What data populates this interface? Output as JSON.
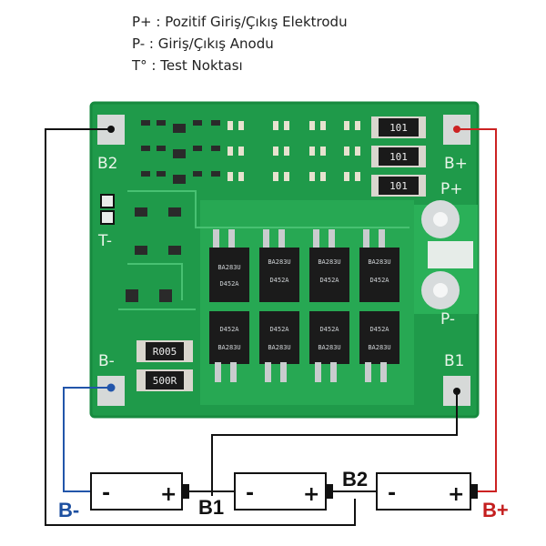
{
  "legend": {
    "lines": [
      "P+ : Pozitif Giriş/Çıkış Elektrodu",
      "P- : Giriş/Çıkış Anodu",
      "T° : Test Noktası"
    ]
  },
  "board": {
    "pad_labels": {
      "b2": "B2",
      "b_plus": "B+",
      "p_plus": "P+",
      "t_minus": "T-",
      "p_minus": "P-",
      "b_minus": "B-",
      "b1": "B1"
    },
    "shunt_resistors": [
      "101",
      "101",
      "101"
    ],
    "sense_resistors": [
      "R005",
      "500R"
    ],
    "mosfet_top_labels": [
      "BA283U",
      "BA283U",
      "BA283U",
      "BA283U"
    ],
    "mosfet_top_sub": [
      "D452A",
      "D452A",
      "D452A",
      "D452A"
    ],
    "mosfet_bottom_labels": [
      "BA283U",
      "BA283U",
      "BA283U",
      "BA283U"
    ],
    "mosfet_bottom_sub": [
      "D452A",
      "D452A",
      "D452A",
      "D452A"
    ]
  },
  "batteries": [
    {
      "minus": "-",
      "plus": "+"
    },
    {
      "minus": "-",
      "plus": "+"
    },
    {
      "minus": "-",
      "plus": "+"
    }
  ],
  "nodes": {
    "b_minus": "B-",
    "b1": "B1",
    "b2": "B2",
    "b_plus": "B+"
  },
  "colors": {
    "pcb": "#1f9a4a",
    "pcb_light": "#2fb35a",
    "wire_black": "#111111",
    "wire_red": "#cc2222",
    "wire_blue": "#2255aa",
    "label_blue": "#1c4fa0",
    "label_red": "#c41e1e"
  }
}
